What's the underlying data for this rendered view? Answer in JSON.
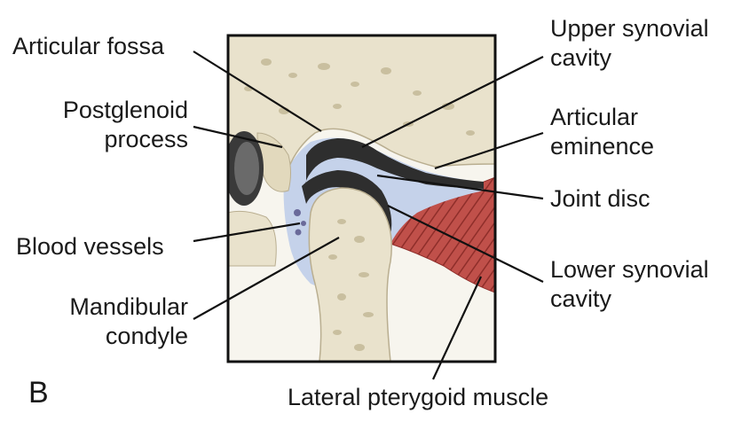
{
  "figure": {
    "panel_letter": "B",
    "colors": {
      "bone": "#e9e2cc",
      "bone_shadow": "#cfc5a8",
      "bone_pore": "#b9ae90",
      "disc": "#2e2e2e",
      "synovial": "#c5d2ea",
      "muscle": "#c0504a",
      "muscle_stripe": "#8f2e2a",
      "frame": "#111111",
      "leader": "#111111"
    },
    "labels": {
      "articular_fossa": "Articular fossa",
      "postglenoid_1": "Postglenoid",
      "postglenoid_2": "process",
      "blood_vessels": "Blood vessels",
      "mandibular_1": "Mandibular",
      "mandibular_2": "condyle",
      "upper_synovial_1": "Upper synovial",
      "upper_synovial_2": "cavity",
      "articular_eminence_1": "Articular",
      "articular_eminence_2": "eminence",
      "joint_disc": "Joint disc",
      "lower_synovial_1": "Lower synovial",
      "lower_synovial_2": "cavity",
      "lateral_pterygoid": "Lateral pterygoid muscle"
    }
  }
}
